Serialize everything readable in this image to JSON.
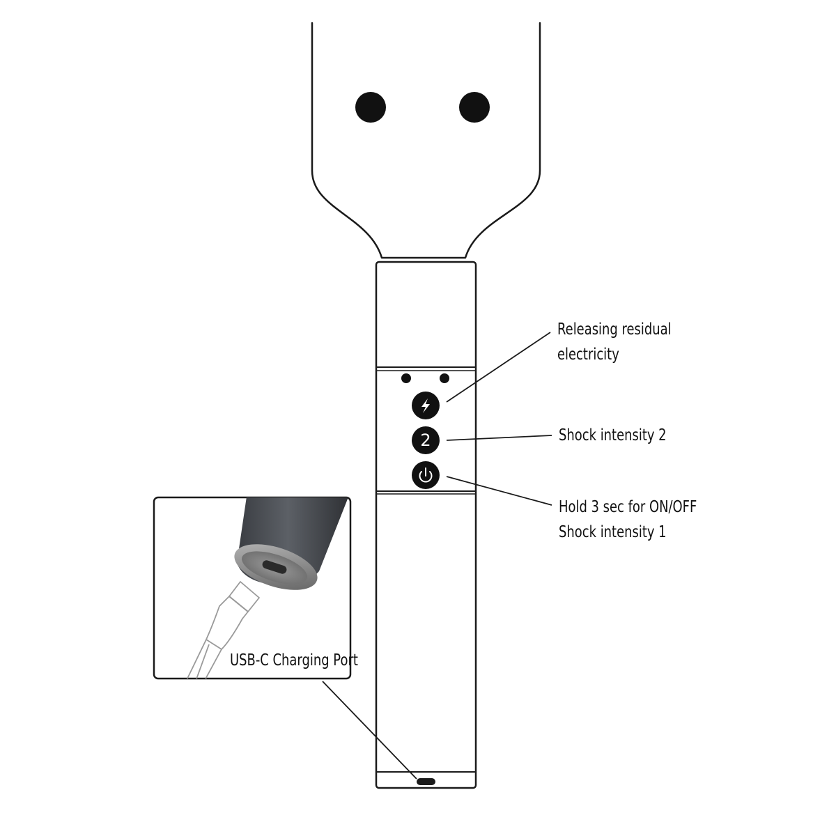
{
  "labels": {
    "releasing_line1": "Releasing residual",
    "releasing_line2": "electricity",
    "intensity2": "Shock intensity 2",
    "onoff_line1": "Hold 3 sec for ON/OFF",
    "onoff_line2": "Shock intensity 1",
    "usbc": "USB-C Charging Port"
  },
  "buttons": {
    "intensity2_glyph": "2",
    "release_icon": "lightning-icon",
    "power_icon": "power-icon"
  },
  "colors": {
    "outline": "#1a1a1a",
    "button_fill": "#111111",
    "cap_dark": "#4a4d52",
    "cap_metal": "#8a8a8a"
  }
}
